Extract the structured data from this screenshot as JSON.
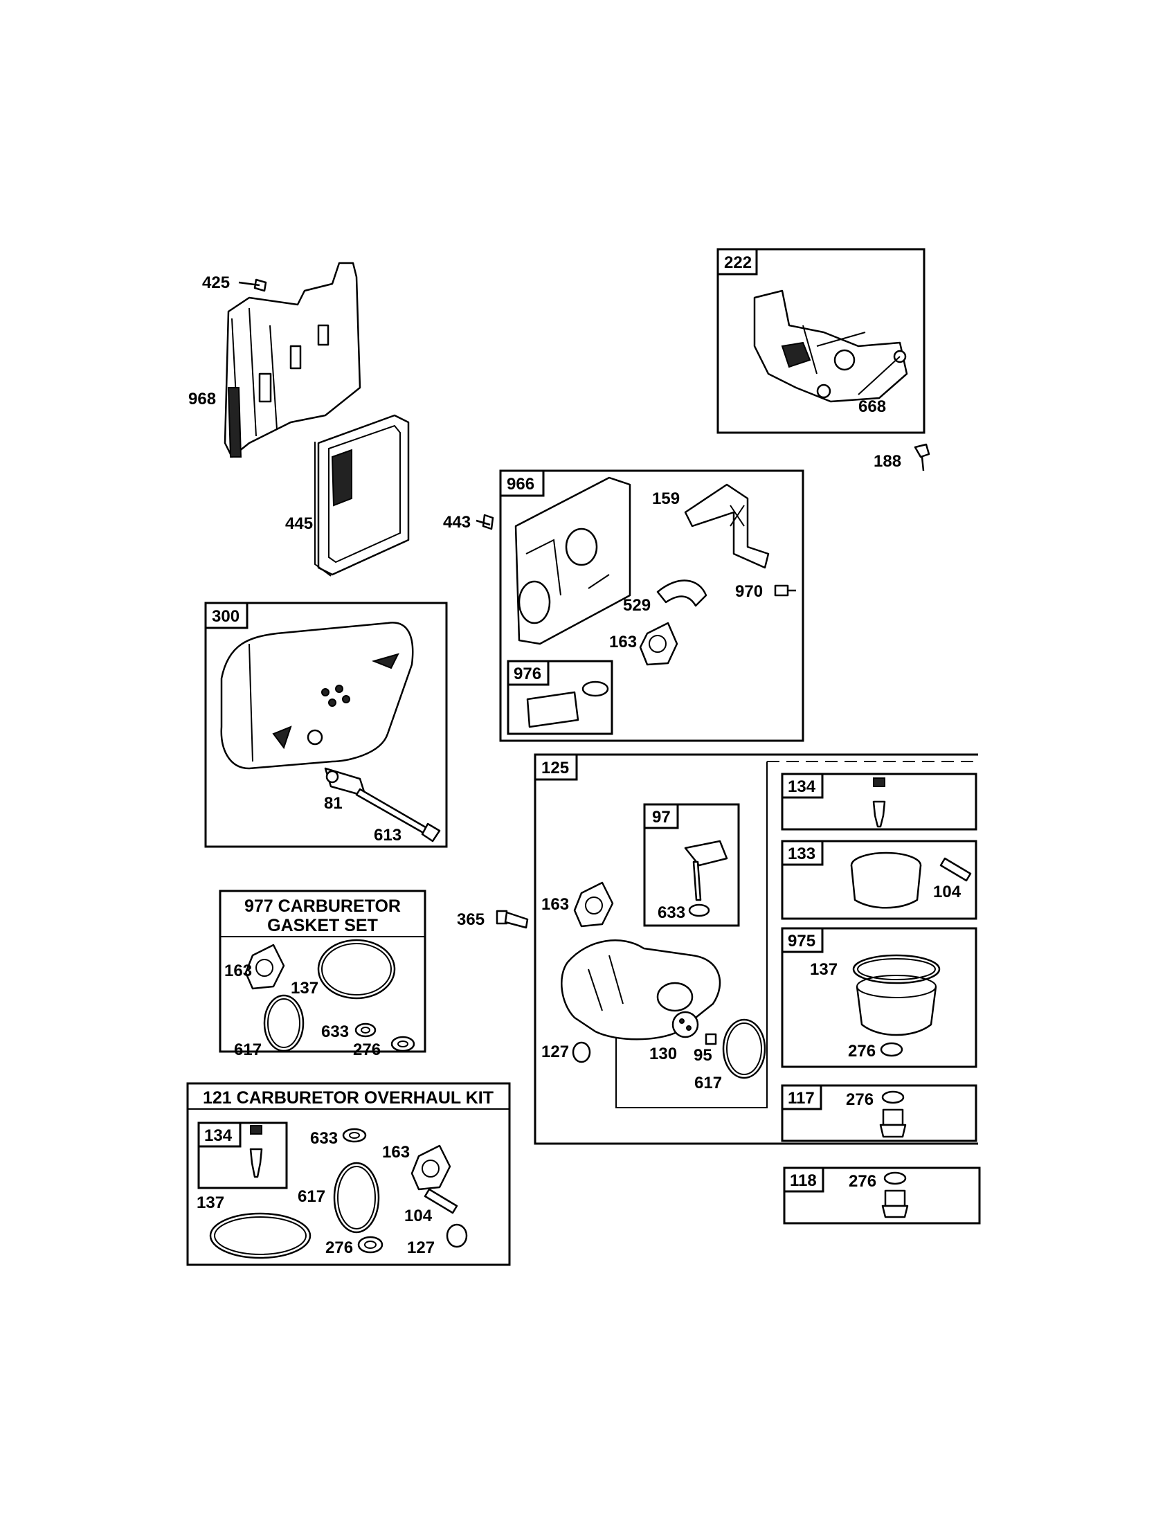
{
  "callouts": {
    "c425": "425",
    "c968": "968",
    "c445": "445",
    "c443": "443",
    "c668": "668",
    "c188": "188",
    "c159": "159",
    "c970": "970",
    "c529": "529",
    "c163a": "163",
    "c81": "81",
    "c613": "613",
    "c365": "365",
    "c163b": "163",
    "c633a": "633",
    "c104a": "104",
    "c137a": "137",
    "c276a": "276",
    "c127a": "127",
    "c130": "130",
    "c95": "95",
    "c617a": "617",
    "c276b": "276",
    "c276c": "276",
    "k977_163": "163",
    "k977_137": "137",
    "k977_617": "617",
    "k977_633": "633",
    "k977_276": "276",
    "k121_633": "633",
    "k121_163": "163",
    "k121_137": "137",
    "k121_617": "617",
    "k121_104": "104",
    "k121_276": "276",
    "k121_127": "127"
  },
  "boxes": {
    "b222": "222",
    "b966": "966",
    "b976": "976",
    "b300": "300",
    "b125": "125",
    "b97": "97",
    "b134a": "134",
    "b133": "133",
    "b975": "975",
    "b117": "117",
    "b118": "118",
    "b134b": "134"
  },
  "kits": {
    "gasket_line1": "977 CARBURETOR",
    "gasket_line2": "GASKET SET",
    "overhaul": "121 CARBURETOR OVERHAUL KIT"
  }
}
